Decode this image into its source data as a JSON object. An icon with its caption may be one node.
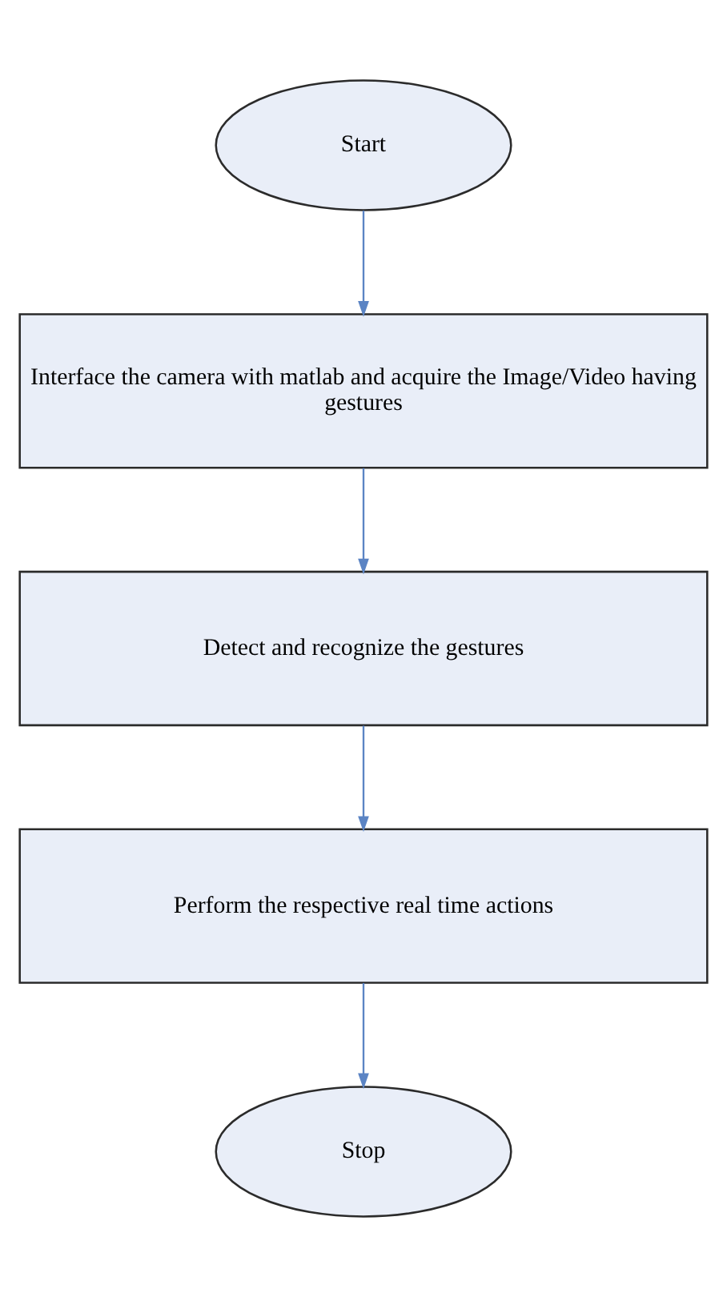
{
  "diagram": {
    "nodes": [
      {
        "text": [
          "Start"
        ]
      },
      {
        "text": [
          "Interface the camera with matlab and acquire the Image/Video having gestures"
        ]
      },
      {
        "text": [
          "Detect and recognize the gestures"
        ]
      },
      {
        "text": [
          "Perform the respective real time actions"
        ]
      },
      {
        "text": [
          "Stop"
        ]
      }
    ],
    "edges": [
      {
        "from": 0,
        "to": 1,
        "arrow": "to"
      },
      {
        "from": 1,
        "to": 2,
        "arrow": "to"
      },
      {
        "from": 2,
        "to": 3,
        "arrow": "to"
      },
      {
        "from": 3,
        "to": 4,
        "arrow": "to"
      }
    ]
  }
}
